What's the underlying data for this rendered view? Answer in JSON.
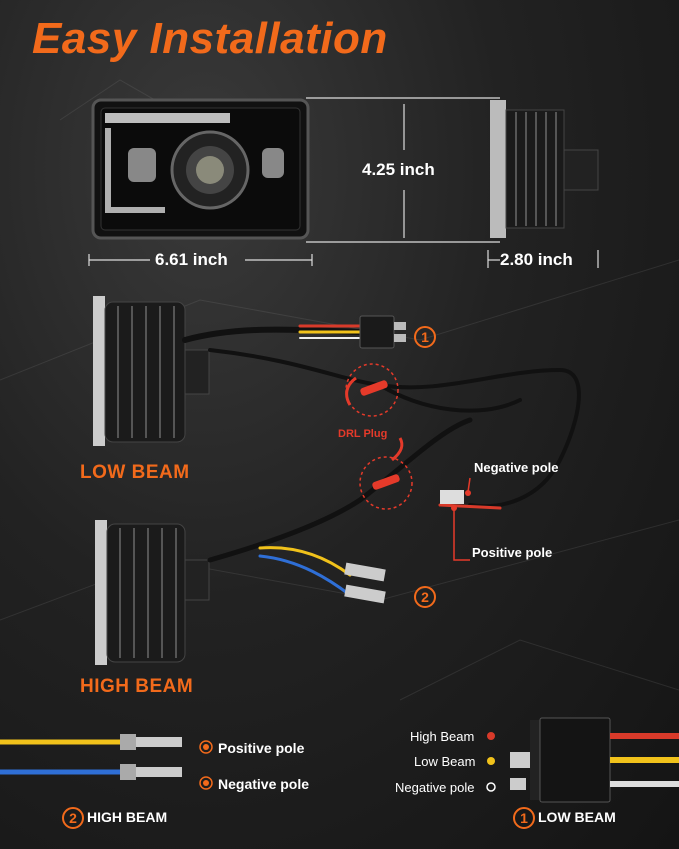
{
  "title": "Easy Installation",
  "dimensions": {
    "width": "6.61 inch",
    "height": "4.25 inch",
    "depth": "2.80 inch"
  },
  "beams": {
    "low": "LOW BEAM",
    "high": "HIGH BEAM"
  },
  "connectors": {
    "one": "1",
    "two": "2",
    "drl": "DRL Plug",
    "negative": "Negative pole",
    "positive": "Positive pole"
  },
  "legend_left": {
    "badge": "2",
    "title": "HIGH BEAM",
    "positive": "Positive pole",
    "negative": "Negative pole"
  },
  "legend_right": {
    "badge": "1",
    "title": "LOW BEAM",
    "high": "High Beam",
    "low": "Low Beam",
    "negative": "Negative pole"
  },
  "colors": {
    "accent": "#f26a1b",
    "red_wire": "#d83a2a",
    "yellow_wire": "#f1c21b",
    "blue_wire": "#2f6fd6"
  }
}
